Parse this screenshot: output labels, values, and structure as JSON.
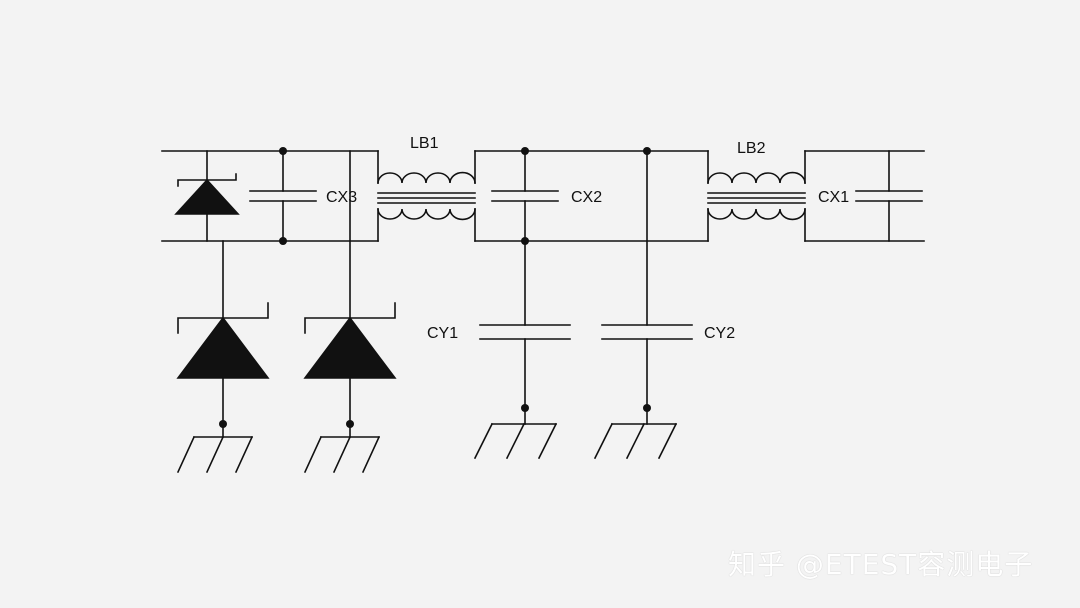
{
  "labels": {
    "lb1": "LB1",
    "lb2": "LB2",
    "cx1": "CX1",
    "cx2": "CX2",
    "cx3": "CX3",
    "cy1": "CY1",
    "cy2": "CY2"
  },
  "watermark": "知乎 @ETEST容测电子",
  "colors": {
    "background": "#f3f3f3",
    "line": "#111111",
    "watermark": "#ffffff"
  }
}
